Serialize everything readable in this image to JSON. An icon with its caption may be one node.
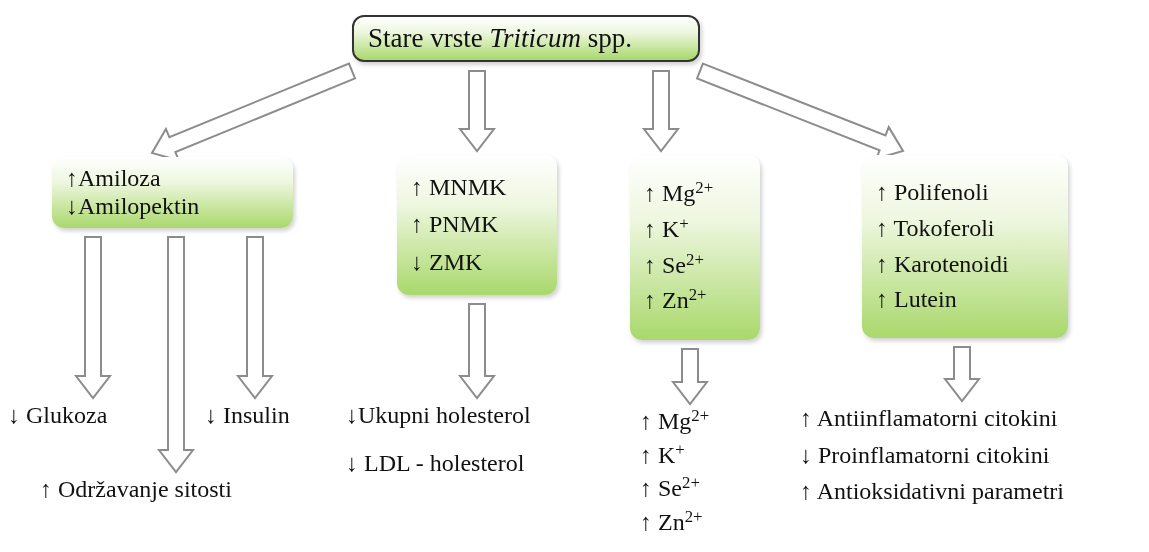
{
  "diagram": {
    "nodes": [
      {
        "text": [
          "Stare vrste *Triticum* spp."
        ]
      },
      {
        "text": [
          "↑Amiloza",
          "↓Amilopektin"
        ]
      },
      {
        "text": [
          "↑ MNMK",
          "↑ PNMK",
          "↓ ZMK"
        ]
      },
      {
        "text": [
          "↑ Mg$^{2+}$",
          "↑ K$^{+}$",
          "↑ Se$^{2+}$",
          "↑ Zn$^{2+}$"
        ]
      },
      {
        "text": [
          "↑ Polifenoli",
          "↑ Tokoferoli",
          "↑ Karotenoidi",
          "↑ Lutein"
        ]
      },
      {
        "text": [
          "↓ Glukoza"
        ]
      },
      {
        "text": [
          "↑ Održavanje sitosti"
        ]
      },
      {
        "text": [
          "↓ Insulin"
        ]
      },
      {
        "text": [
          "↓Ukupni holesterol",
          "↓ LDL - holesterol"
        ]
      },
      {
        "text": [
          "↑ Mg$^{2+}$",
          "↑ K$^{+}$",
          "↑ Se$^{2+}$",
          "↑ Zn$^{2+}$"
        ]
      },
      {
        "text": [
          "↑ Antiinflamatorni citokini",
          "↓ Proinflamatorni citokini",
          "↑ Antioksidativni parametri"
        ]
      }
    ],
    "edges": [
      {
        "from": 0,
        "to": 1,
        "arrow": "to"
      },
      {
        "from": 0,
        "to": 2,
        "arrow": "to"
      },
      {
        "from": 0,
        "to": 3,
        "arrow": "to"
      },
      {
        "from": 0,
        "to": 4,
        "arrow": "to"
      },
      {
        "from": 1,
        "to": 5,
        "arrow": "to"
      },
      {
        "from": 1,
        "to": 6,
        "arrow": "to"
      },
      {
        "from": 1,
        "to": 7,
        "arrow": "to"
      },
      {
        "from": 2,
        "to": 8,
        "arrow": "to"
      },
      {
        "from": 3,
        "to": 9,
        "arrow": "to"
      },
      {
        "from": 4,
        "to": 10,
        "arrow": "to"
      }
    ]
  }
}
